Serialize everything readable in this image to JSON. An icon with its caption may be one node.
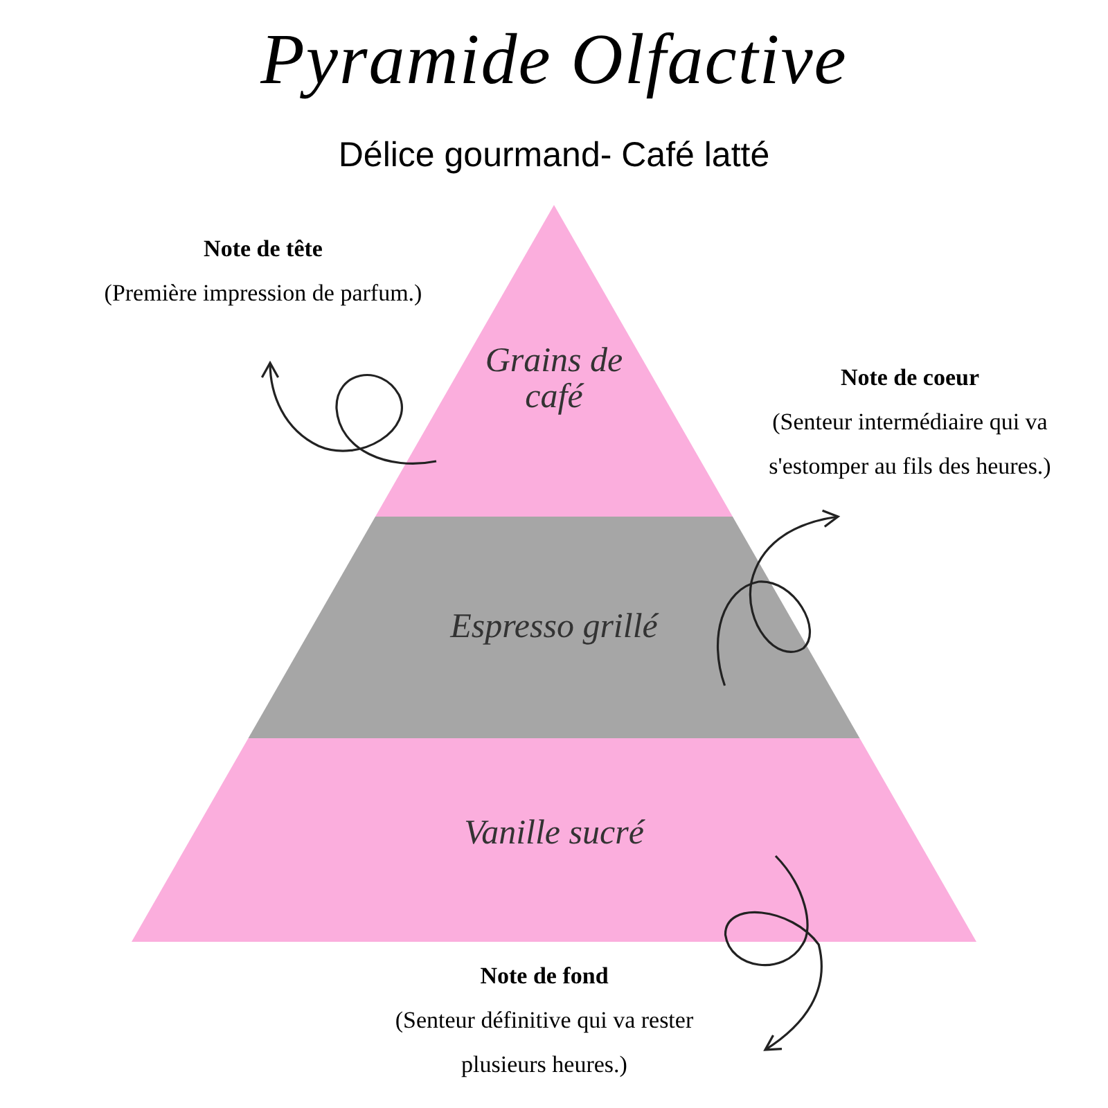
{
  "diagram": {
    "title": "Pyramide Olfactive",
    "caption": "Délice gourmand- Café latté",
    "nodes": [
      {
        "text": [
          "Grains de café"
        ]
      },
      {
        "text": [
          "Espresso grillé"
        ]
      },
      {
        "text": [
          "Vanille sucré"
        ]
      },
      {
        "text": [
          "Note de tête",
          "(Première impression de parfum.)"
        ]
      },
      {
        "text": [
          "Note de coeur",
          "(Senteur intermédiaire qui va s'estomper au fils des heures.)"
        ]
      },
      {
        "text": [
          "Note de fond",
          "(Senteur définitive qui va rester plusieurs heures.)"
        ]
      }
    ],
    "edges": [
      {
        "from": 0,
        "to": 3,
        "arrow": "to"
      },
      {
        "from": 1,
        "to": 4,
        "arrow": "to"
      },
      {
        "from": 2,
        "to": 5,
        "arrow": "to"
      }
    ]
  }
}
